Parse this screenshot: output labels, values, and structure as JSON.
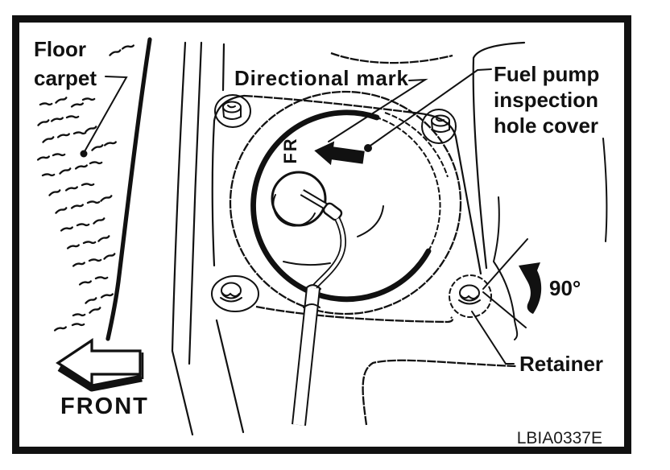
{
  "diagram": {
    "title_hint": "Fuel pump inspection hole cover diagram",
    "labels": {
      "floor_carpet_line1": "Floor",
      "floor_carpet_line2": "carpet",
      "directional_mark": "Directional mark",
      "fuel_pump_line1": "Fuel pump",
      "fuel_pump_line2": "inspection",
      "fuel_pump_line3": "hole cover",
      "fr_mark": "FR",
      "rotation_angle": "90°",
      "retainer": "Retainer",
      "front": "FRONT",
      "figure_code": "LBIA0337E"
    },
    "icons": {
      "fr_direction_arrow": "solid arrow pointing left (front of vehicle)",
      "front_arrow": "3D outlined arrow pointing left",
      "rotation_arrow": "thick curved arrow indicating 90 degree turn"
    },
    "colors": {
      "line": "#111111",
      "background": "#ffffff"
    }
  }
}
